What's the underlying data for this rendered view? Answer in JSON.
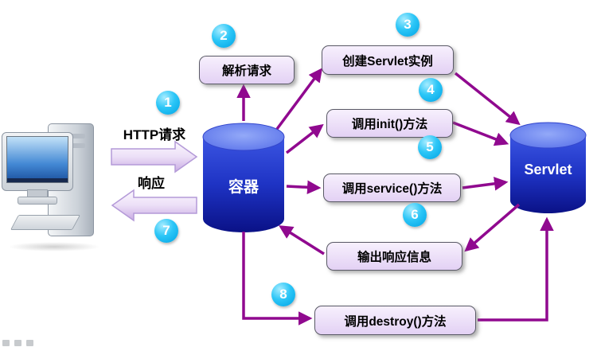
{
  "colors": {
    "arrow": "#90098f",
    "badge": "#00a3e4",
    "box_fill": "#e6d5f5",
    "cylinder_top": "#6d86f2",
    "cylinder_body": "#1e33c4"
  },
  "nodes": {
    "container": {
      "label": "容器"
    },
    "servlet": {
      "label": "Servlet"
    }
  },
  "flows": {
    "request": {
      "num": "1",
      "label": "HTTP请求"
    },
    "parse": {
      "num": "2",
      "label": "解析请求"
    },
    "create": {
      "num": "3",
      "label": "创建Servlet实例"
    },
    "init": {
      "num": "4",
      "label": "调用init()方法"
    },
    "service": {
      "num": "5",
      "label": "调用service()方法"
    },
    "output": {
      "num": "6",
      "label": "输出响应信息"
    },
    "response": {
      "num": "7",
      "label": "响应"
    },
    "destroy": {
      "num": "8",
      "label": "调用destroy()方法"
    }
  }
}
